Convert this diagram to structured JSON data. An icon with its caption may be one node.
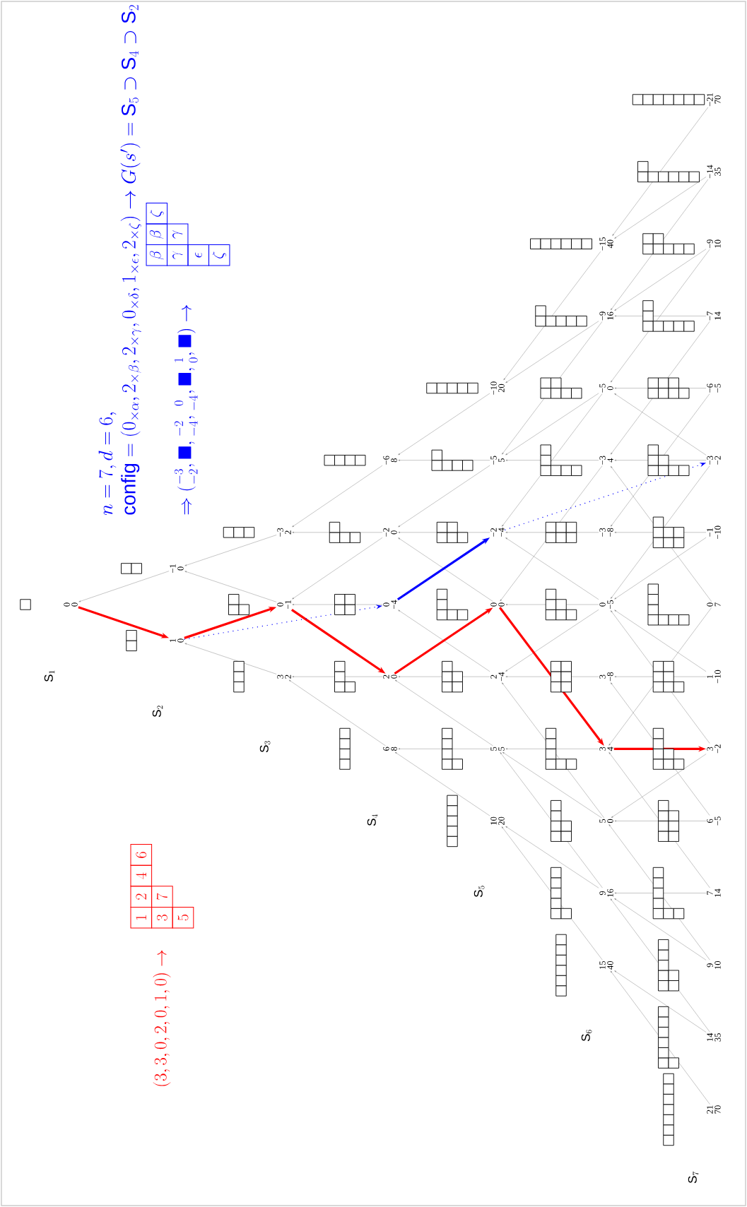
{
  "diagram": {
    "nodes": [
      {
        "text": [
          "0",
          "0"
        ]
      },
      {
        "text": [
          "−1",
          "0"
        ]
      },
      {
        "text": [
          "1",
          "0"
        ]
      },
      {
        "text": [
          "−3",
          "2"
        ]
      },
      {
        "text": [
          "0",
          "−1"
        ]
      },
      {
        "text": [
          "3",
          "2"
        ]
      },
      {
        "text": [
          "−6",
          "8"
        ]
      },
      {
        "text": [
          "−2",
          "0"
        ]
      },
      {
        "text": [
          "0",
          "−4"
        ]
      },
      {
        "text": [
          "2",
          "0"
        ]
      },
      {
        "text": [
          "6",
          "8"
        ]
      },
      {
        "text": [
          "−10",
          "20"
        ]
      },
      {
        "text": [
          "−5",
          "5"
        ]
      },
      {
        "text": [
          "−2",
          "−4"
        ]
      },
      {
        "text": [
          "0",
          "0"
        ]
      },
      {
        "text": [
          "2",
          "−4"
        ]
      },
      {
        "text": [
          "5",
          "5"
        ]
      },
      {
        "text": [
          "10",
          "20"
        ]
      },
      {
        "text": [
          "−15",
          "40"
        ]
      },
      {
        "text": [
          "−9",
          "16"
        ]
      },
      {
        "text": [
          "−5",
          "0"
        ]
      },
      {
        "text": [
          "−3",
          "4"
        ]
      },
      {
        "text": [
          "−3",
          "−8"
        ]
      },
      {
        "text": [
          "0",
          "−5"
        ]
      },
      {
        "text": [
          "3",
          "−8"
        ]
      },
      {
        "text": [
          "3",
          "4"
        ]
      },
      {
        "text": [
          "5",
          "0"
        ]
      },
      {
        "text": [
          "9",
          "16"
        ]
      },
      {
        "text": [
          "15",
          "40"
        ]
      },
      {
        "text": [
          "−21",
          "70"
        ]
      },
      {
        "text": [
          "−14",
          "35"
        ]
      },
      {
        "text": [
          "−9",
          "10"
        ]
      },
      {
        "text": [
          "−7",
          "14"
        ]
      },
      {
        "text": [
          "−6",
          "−5"
        ]
      },
      {
        "text": [
          "−3",
          "−2"
        ]
      },
      {
        "text": [
          "−1",
          "−10"
        ]
      },
      {
        "text": [
          "0",
          "7"
        ]
      },
      {
        "text": [
          "1",
          "−10"
        ]
      },
      {
        "text": [
          "3",
          "−2"
        ]
      },
      {
        "text": [
          "6",
          "−5"
        ]
      },
      {
        "text": [
          "7",
          "14"
        ]
      },
      {
        "text": [
          "9",
          "10"
        ]
      },
      {
        "text": [
          "14",
          "35"
        ]
      },
      {
        "text": [
          "21",
          "70"
        ]
      }
    ],
    "edges": [
      {
        "from": 1,
        "to": 0,
        "arrow": "to"
      },
      {
        "from": 3,
        "to": 1,
        "arrow": "to"
      },
      {
        "from": 4,
        "to": 1,
        "arrow": "to"
      },
      {
        "from": 5,
        "to": 2,
        "arrow": "to"
      },
      {
        "from": 6,
        "to": 3,
        "arrow": "to"
      },
      {
        "from": 7,
        "to": 3,
        "arrow": "to"
      },
      {
        "from": 7,
        "to": 4,
        "arrow": "to"
      },
      {
        "from": 8,
        "to": 4,
        "arrow": "to"
      },
      {
        "from": 9,
        "to": 5,
        "arrow": "to"
      },
      {
        "from": 10,
        "to": 5,
        "arrow": "to"
      },
      {
        "from": 11,
        "to": 6,
        "arrow": "to"
      },
      {
        "from": 12,
        "to": 6,
        "arrow": "to"
      },
      {
        "from": 12,
        "to": 7,
        "arrow": "to"
      },
      {
        "from": 13,
        "to": 7,
        "arrow": "to"
      },
      {
        "from": 14,
        "to": 7,
        "arrow": "to"
      },
      {
        "from": 15,
        "to": 8,
        "arrow": "to"
      },
      {
        "from": 15,
        "to": 9,
        "arrow": "to"
      },
      {
        "from": 16,
        "to": 9,
        "arrow": "to"
      },
      {
        "from": 16,
        "to": 10,
        "arrow": "to"
      },
      {
        "from": 17,
        "to": 10,
        "arrow": "to"
      },
      {
        "from": 18,
        "to": 11,
        "arrow": "to"
      },
      {
        "from": 19,
        "to": 11,
        "arrow": "to"
      },
      {
        "from": 19,
        "to": 12,
        "arrow": "to"
      },
      {
        "from": 20,
        "to": 12,
        "arrow": "to"
      },
      {
        "from": 20,
        "to": 13,
        "arrow": "to"
      },
      {
        "from": 21,
        "to": 12,
        "arrow": "to"
      },
      {
        "from": 21,
        "to": 14,
        "arrow": "to"
      },
      {
        "from": 22,
        "to": 13,
        "arrow": "to"
      },
      {
        "from": 23,
        "to": 13,
        "arrow": "to"
      },
      {
        "from": 23,
        "to": 14,
        "arrow": "to"
      },
      {
        "from": 23,
        "to": 15,
        "arrow": "to"
      },
      {
        "from": 24,
        "to": 15,
        "arrow": "to"
      },
      {
        "from": 25,
        "to": 16,
        "arrow": "to"
      },
      {
        "from": 26,
        "to": 15,
        "arrow": "to"
      },
      {
        "from": 26,
        "to": 16,
        "arrow": "to"
      },
      {
        "from": 27,
        "to": 16,
        "arrow": "to"
      },
      {
        "from": 27,
        "to": 17,
        "arrow": "to"
      },
      {
        "from": 28,
        "to": 17,
        "arrow": "to"
      },
      {
        "from": 29,
        "to": 18,
        "arrow": "to"
      },
      {
        "from": 30,
        "to": 18,
        "arrow": "to"
      },
      {
        "from": 30,
        "to": 19,
        "arrow": "to"
      },
      {
        "from": 31,
        "to": 19,
        "arrow": "to"
      },
      {
        "from": 31,
        "to": 20,
        "arrow": "to"
      },
      {
        "from": 32,
        "to": 19,
        "arrow": "to"
      },
      {
        "from": 32,
        "to": 21,
        "arrow": "to"
      },
      {
        "from": 33,
        "to": 20,
        "arrow": "to"
      },
      {
        "from": 33,
        "to": 22,
        "arrow": "to"
      },
      {
        "from": 34,
        "to": 20,
        "arrow": "to"
      },
      {
        "from": 34,
        "to": 21,
        "arrow": "to"
      },
      {
        "from": 34,
        "to": 23,
        "arrow": "to"
      },
      {
        "from": 35,
        "to": 22,
        "arrow": "to"
      },
      {
        "from": 35,
        "to": 23,
        "arrow": "to"
      },
      {
        "from": 36,
        "to": 21,
        "arrow": "to"
      },
      {
        "from": 36,
        "to": 25,
        "arrow": "to"
      },
      {
        "from": 37,
        "to": 23,
        "arrow": "to"
      },
      {
        "from": 37,
        "to": 24,
        "arrow": "to"
      },
      {
        "from": 38,
        "to": 23,
        "arrow": "to"
      },
      {
        "from": 38,
        "to": 26,
        "arrow": "to"
      },
      {
        "from": 39,
        "to": 24,
        "arrow": "to"
      },
      {
        "from": 39,
        "to": 26,
        "arrow": "to"
      },
      {
        "from": 40,
        "to": 25,
        "arrow": "to"
      },
      {
        "from": 40,
        "to": 27,
        "arrow": "to"
      },
      {
        "from": 41,
        "to": 26,
        "arrow": "to"
      },
      {
        "from": 41,
        "to": 27,
        "arrow": "to"
      },
      {
        "from": 42,
        "to": 27,
        "arrow": "to"
      },
      {
        "from": 42,
        "to": 28,
        "arrow": "to"
      },
      {
        "from": 43,
        "to": 28,
        "arrow": "to"
      },
      {
        "from": 0,
        "to": 2,
        "arrow": "to",
        "style": "thick",
        "color": "#ff0000"
      },
      {
        "from": 2,
        "to": 4,
        "arrow": "to",
        "style": "thick",
        "color": "#ff0000"
      },
      {
        "from": 4,
        "to": 9,
        "arrow": "to",
        "style": "thick",
        "color": "#ff0000"
      },
      {
        "from": 9,
        "to": 14,
        "arrow": "to",
        "style": "thick",
        "color": "#ff0000"
      },
      {
        "from": 14,
        "to": 25,
        "arrow": "to",
        "style": "thick",
        "color": "#ff0000"
      },
      {
        "from": 25,
        "to": 38,
        "arrow": "to",
        "style": "thick",
        "color": "#ff0000"
      },
      {
        "from": 2,
        "to": 8,
        "arrow": "to",
        "style": "dashed",
        "color": "#0000ff"
      },
      {
        "from": 8,
        "to": 13,
        "arrow": "to",
        "style": "thick",
        "color": "#0000ff"
      },
      {
        "from": 13,
        "to": 34,
        "arrow": "to",
        "style": "dashed",
        "color": "#0000ff"
      }
    ],
    "labels": [
      "n=7, d=6,",
      "\\textsf{config}=(0_{\\times\\alpha},2_{\\times\\beta},2_{\\times\\gamma},0_{\\times\\delta},1_{\\times\\epsilon},2_{\\times\\zeta})\\rightarrow G(s')=\\mathsf{S}_5\\supset\\mathsf{S}_4\\supset\\mathsf{S}_2",
      "\\Rightarrow(\\genfrac{}{}{0pt}{}{-3}{-2},\\blacksquare,\\genfrac{}{}{0pt}{}{-2}{-4},\\genfrac{}{}{0pt}{}{0}{-4},\\blacksquare,\\genfrac{}{}{0pt}{}{1}{0},\\blacksquare)\\rightarrow",
      "\\beta",
      "\\beta",
      "\\zeta",
      "\\gamma",
      "\\gamma",
      "\\epsilon",
      "\\zeta",
      "(3,3,0,2,0,1,0)\\rightarrow",
      "1",
      "2",
      "4",
      "6",
      "3",
      "7",
      "5",
      "\\mathsf{S}_1",
      "\\mathsf{S}_2",
      "\\mathsf{S}_3",
      "\\mathsf{S}_4",
      "\\mathsf{S}_5",
      "\\mathsf{S}_6",
      "\\mathsf{S}_7"
    ]
  }
}
